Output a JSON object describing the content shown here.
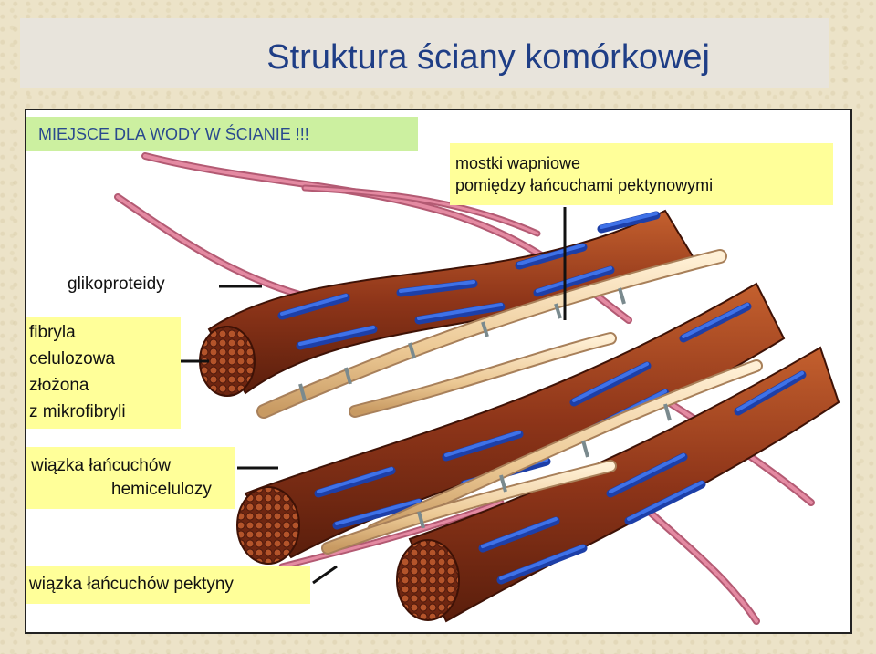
{
  "title": "Struktura ściany komórkowej",
  "labels": {
    "water": "MIEJSCE DLA WODY W ŚCIANIE !!!",
    "bridges_line1": "mostki wapniowe",
    "bridges_line2": "pomiędzy łańcuchami pektynowymi",
    "glycoproteins": "glikoproteidy",
    "fibril_line1": "fibryla",
    "fibril_line2": "celulozowa",
    "fibril_line3": "złożona",
    "fibril_line4": "z mikrofibryli",
    "hemicellulose_line1": "wiązka łańcuchów",
    "hemicellulose_line2": "hemicelulozy",
    "pectin": "wiązka łańcuchów pektyny"
  },
  "colors": {
    "title": "#1f3e86",
    "label_bg": "#ffff99",
    "water_bg": "#ccf0a0",
    "water_text": "#2a4a8e",
    "fibril_brown": "#9a3b1c",
    "fibril_blue": "#2a55c8",
    "hemicellulose": "#f1d9b2",
    "pectin": "#d87a93"
  }
}
